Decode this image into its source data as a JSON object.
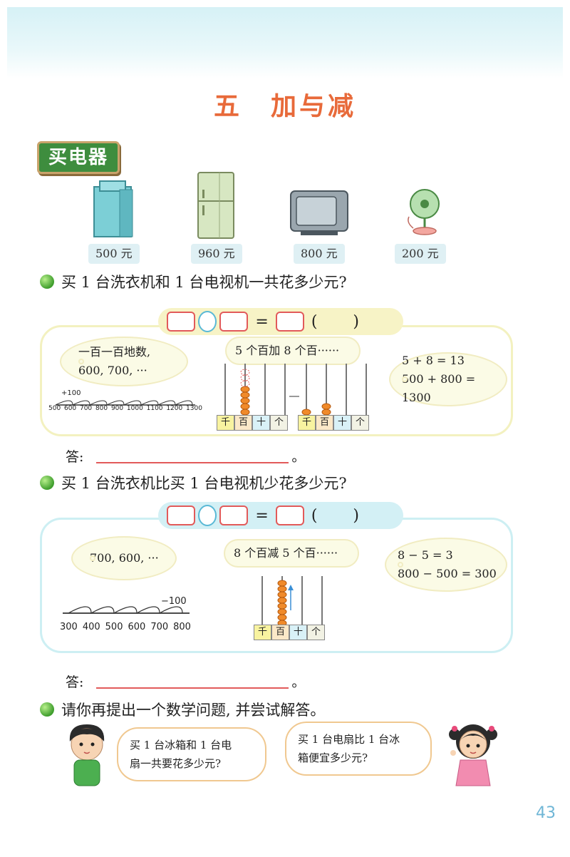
{
  "page": {
    "title_num": "五",
    "title_text": "加与减",
    "section_tag": "买电器",
    "page_number": "43"
  },
  "appliances": [
    {
      "name": "washing-machine",
      "price": "500 元"
    },
    {
      "name": "refrigerator",
      "price": "960 元"
    },
    {
      "name": "television",
      "price": "800 元"
    },
    {
      "name": "electric-fan",
      "price": "200 元"
    }
  ],
  "q1": {
    "question": "买 1 台洗衣机和 1 台电视机一共花多少元?",
    "eq_equals": "=",
    "eq_paren_open": "(",
    "eq_paren_close": ")",
    "bubble_left_line1": "一百一百地数,",
    "bubble_left_line2": "600, 700, ···",
    "numberline_step": "+100",
    "numberline_ticks": [
      "500",
      "600",
      "700",
      "800",
      "900",
      "1000",
      "1100",
      "1200",
      "1300"
    ],
    "bubble_mid": "5 个百加 8 个百······",
    "bubble_right_line1": "5 + 8 = 13",
    "bubble_right_line2": "500 + 800 = 1300",
    "answer_label": "答:",
    "answer_end": "。"
  },
  "q2": {
    "question": "买 1 台洗衣机比买 1 台电视机少花多少元?",
    "eq_equals": "=",
    "eq_paren_open": "(",
    "eq_paren_close": ")",
    "bubble_left": "700, 600, ···",
    "numberline_step": "−100",
    "numberline_ticks": [
      "300",
      "400",
      "500",
      "600",
      "700",
      "800"
    ],
    "bubble_mid": "8 个百减 5 个百······",
    "bubble_right_line1": "8 − 5 = 3",
    "bubble_right_line2": "800 − 500 = 300",
    "answer_label": "答:",
    "answer_end": "。"
  },
  "place_values": [
    "千",
    "百",
    "十",
    "个"
  ],
  "q3": {
    "question": "请你再提出一个数学问题, 并尝试解答。",
    "boy_line1": "买 1 台冰箱和 1 台电",
    "boy_line2": "扇一共要花多少元?",
    "girl_line1": "买 1 台电扇比 1 台冰",
    "girl_line2": "箱便宜多少元?"
  },
  "colors": {
    "title": "#e86a3a",
    "tag_bg": "#3e8d3e",
    "answer_line": "#e25a5a",
    "page_number": "#6fb6d6"
  }
}
